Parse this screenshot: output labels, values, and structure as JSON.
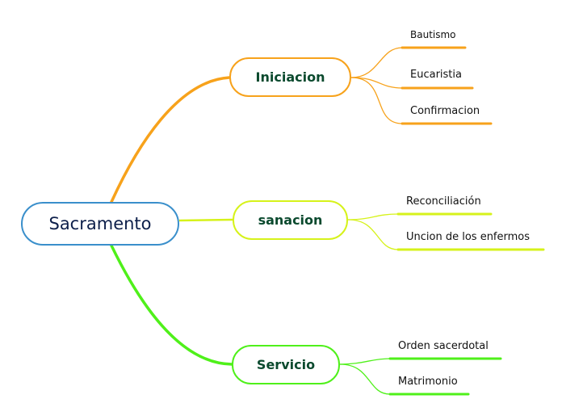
{
  "root": {
    "label": "Sacramento",
    "color": "#3a8fcb"
  },
  "branches": [
    {
      "label": "Iniciacion",
      "color": "#f7a21b",
      "children": [
        {
          "label": "Bautismo"
        },
        {
          "label": "Eucaristia"
        },
        {
          "label": "Confirmacion"
        }
      ]
    },
    {
      "label": "sanacion",
      "color": "#d6f21a",
      "children": [
        {
          "label": "Reconciliación"
        },
        {
          "label": "Uncion de los enfermos"
        }
      ]
    },
    {
      "label": "Servicio",
      "color": "#4ff01a",
      "children": [
        {
          "label": "Orden sacerdotal"
        },
        {
          "label": "Matrimonio"
        }
      ]
    }
  ]
}
